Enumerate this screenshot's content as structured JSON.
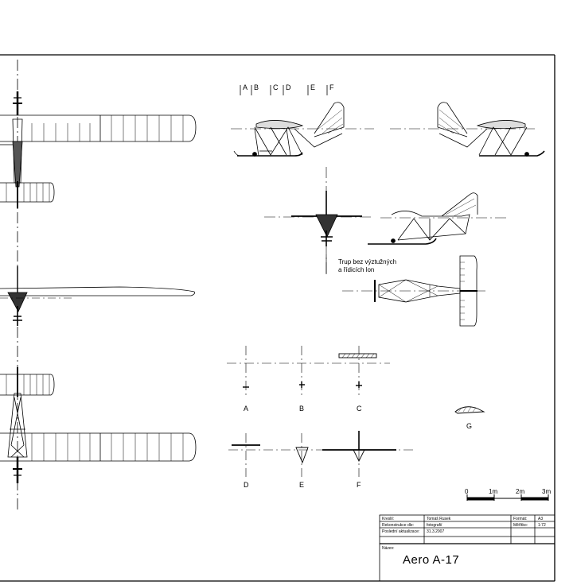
{
  "section_marks": [
    "A",
    "B",
    "C",
    "D",
    "E",
    "F"
  ],
  "section_labels": [
    "A",
    "B",
    "C",
    "D",
    "E",
    "F",
    "G"
  ],
  "note": {
    "line1": "Trup bez výztužných",
    "line2": "a řídicích lon"
  },
  "scale_bar": {
    "ticks": [
      "0",
      "1m",
      "2m",
      "3m"
    ]
  },
  "title_block": {
    "drew_label": "Kreslil:",
    "drew_value": "Tomáš Rusek",
    "format_label": "Formát:",
    "format_value": "A3",
    "reconstruction_label": "Rekonstrukce dle:",
    "reconstruction_value": "fotografií",
    "scale_label": "Měřítko:",
    "scale_value": "1:72",
    "updated_label": "Poslední aktualizace:",
    "updated_value": "31.3.2007",
    "name_label": "Název:",
    "name_value": "Aero A-17"
  }
}
